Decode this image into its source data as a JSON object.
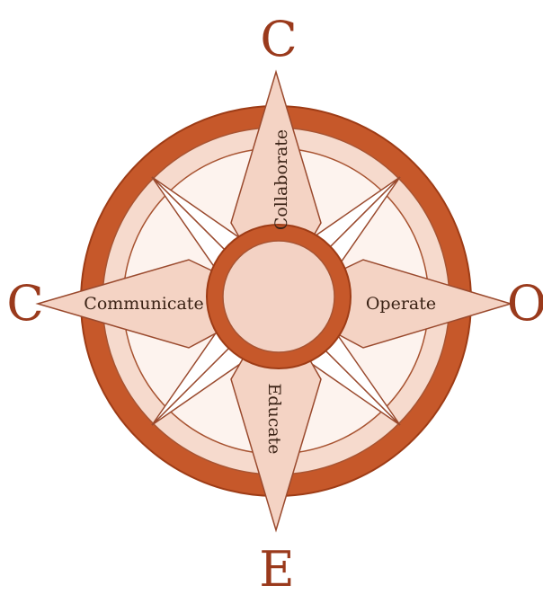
{
  "colors": {
    "ring": "#c6582a",
    "ring_dark": "#9e3c16",
    "petal_fill": "#f4d3c4",
    "petal_stroke": "#9a4a2e",
    "star_white": "#ffffff",
    "letter": "#9a3a1c"
  },
  "directions": {
    "north": "C",
    "west": "C",
    "east": "O",
    "south": "E"
  },
  "arms": {
    "north": "Collaborate",
    "west": "Communicate",
    "east": "Operate",
    "south": "Educate"
  }
}
